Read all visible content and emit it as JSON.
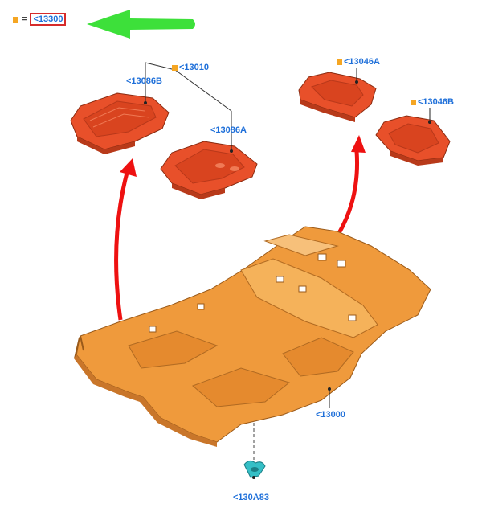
{
  "legend": {
    "marker_color": "#f5a623",
    "equals": "=",
    "ref": "<13300"
  },
  "colors": {
    "link_text": "#1e6fd9",
    "marker": "#f5a623",
    "legend_box": "#d62b2b",
    "pointer_arrow": "#3de03a",
    "flow_arrow": "#ee1111",
    "carpet": "#ef9a3c",
    "mat": "#e8502a",
    "clip": "#35bfc6"
  },
  "callouts": {
    "front_mats_group": "<13010",
    "front_mat_left": "<13086B",
    "front_mat_right": "<13086A",
    "rear_mat_left": "<13046A",
    "rear_mat_right": "<13046B",
    "floor_carpet": "<13000",
    "retainer_clip": "<130A83"
  }
}
